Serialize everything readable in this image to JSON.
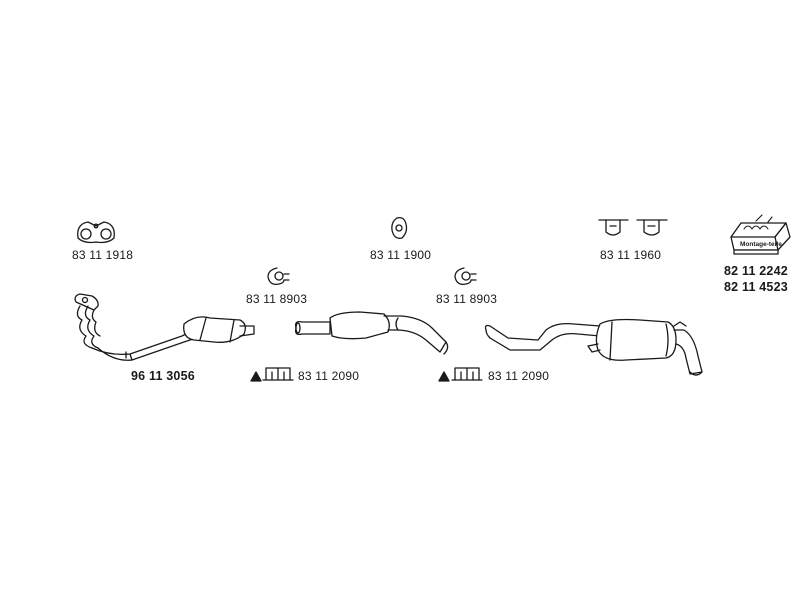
{
  "parts": {
    "exhaust_gasket": "83 11 1918",
    "rubber_ring": "83 11 1900",
    "hanger_pair": "83 11 1960",
    "clamp_front": "83 11 8903",
    "clamp_rear": "83 11 8903",
    "catalytic_converter": "96 11 3056",
    "bracket_clamp_front": "83 11 2090",
    "bracket_clamp_rear": "83 11 2090",
    "mounting_kit_1": "82 11 2242",
    "mounting_kit_2": "82 11 4523"
  },
  "mounting_kit_box_label": "Montage-teile",
  "colors": {
    "line": "#1a1a1a",
    "fill": "#ffffff"
  }
}
